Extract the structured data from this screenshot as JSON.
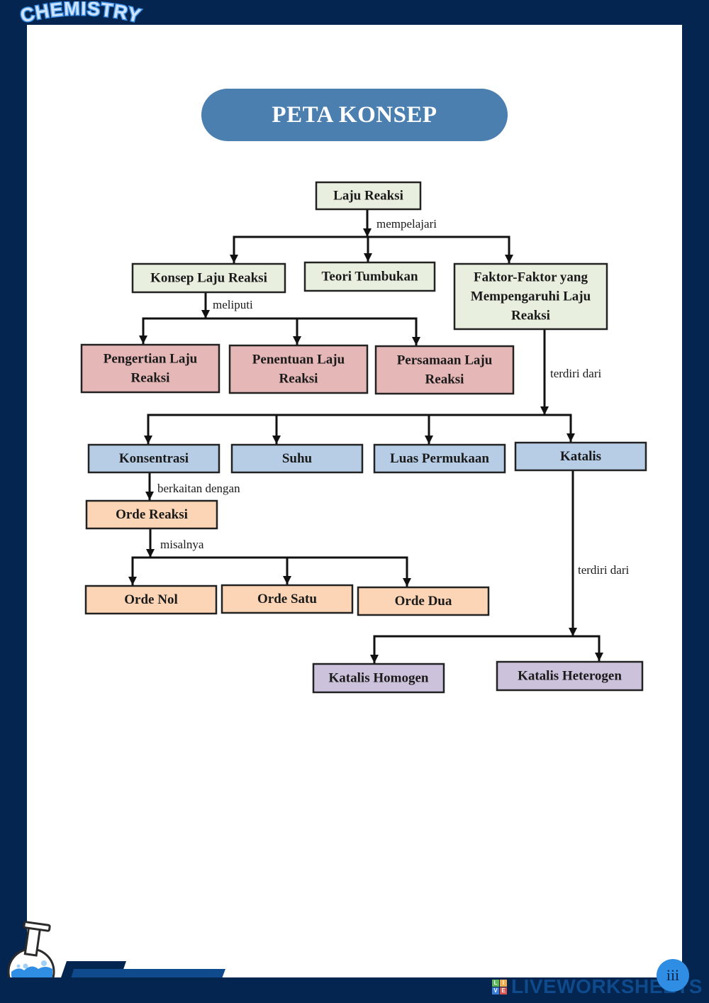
{
  "brand": {
    "logo_text": "CHEMISTRY"
  },
  "header": {
    "title": "PETA KONSEP"
  },
  "colors": {
    "frame": "#03254f",
    "title_pill": "#4a7fb0",
    "level_green": "#e9efdf",
    "level_pink": "#e5b7b7",
    "level_blue": "#b7cde6",
    "level_peach": "#fbd5b5",
    "level_purple": "#ccc2dc"
  },
  "diagram": {
    "nodes": {
      "laju_reaksi": [
        "Laju Reaksi"
      ],
      "konsep_laju_reaksi": [
        "Konsep Laju Reaksi"
      ],
      "teori_tumbukan": [
        "Teori Tumbukan"
      ],
      "faktor": [
        "Faktor-Faktor yang",
        "Mempengaruhi Laju",
        "Reaksi"
      ],
      "pengertian": [
        "Pengertian Laju",
        "Reaksi"
      ],
      "penentuan": [
        "Penentuan Laju",
        "Reaksi"
      ],
      "persamaan": [
        "Persamaan Laju",
        "Reaksi"
      ],
      "konsentrasi": [
        "Konsentrasi"
      ],
      "suhu": [
        "Suhu"
      ],
      "luas_permukaan": [
        "Luas Permukaan"
      ],
      "katalis": [
        "Katalis"
      ],
      "orde_reaksi": [
        "Orde Reaksi"
      ],
      "orde_nol": [
        "Orde Nol"
      ],
      "orde_satu": [
        "Orde Satu"
      ],
      "orde_dua": [
        "Orde Dua"
      ],
      "katalis_homogen": [
        "Katalis Homogen"
      ],
      "katalis_heterogen": [
        "Katalis Heterogen"
      ]
    },
    "edges": [
      {
        "from": "laju_reaksi",
        "to": [
          "konsep_laju_reaksi",
          "teori_tumbukan",
          "faktor"
        ],
        "label": "mempelajari"
      },
      {
        "from": "konsep_laju_reaksi",
        "to": [
          "pengertian",
          "penentuan",
          "persamaan"
        ],
        "label": "meliputi"
      },
      {
        "from": "faktor",
        "to": [
          "konsentrasi",
          "suhu",
          "luas_permukaan",
          "katalis"
        ],
        "label": "terdiri dari"
      },
      {
        "from": "konsentrasi",
        "to": [
          "orde_reaksi"
        ],
        "label": "berkaitan dengan"
      },
      {
        "from": "orde_reaksi",
        "to": [
          "orde_nol",
          "orde_satu",
          "orde_dua"
        ],
        "label": "misalnya"
      },
      {
        "from": "katalis",
        "to": [
          "katalis_homogen",
          "katalis_heterogen"
        ],
        "label": "terdiri dari"
      }
    ]
  },
  "footer": {
    "page_number": "iii",
    "watermark": "LIVEWORKSHEETS",
    "watermark_badge": [
      "L",
      "I",
      "V",
      "E"
    ]
  }
}
